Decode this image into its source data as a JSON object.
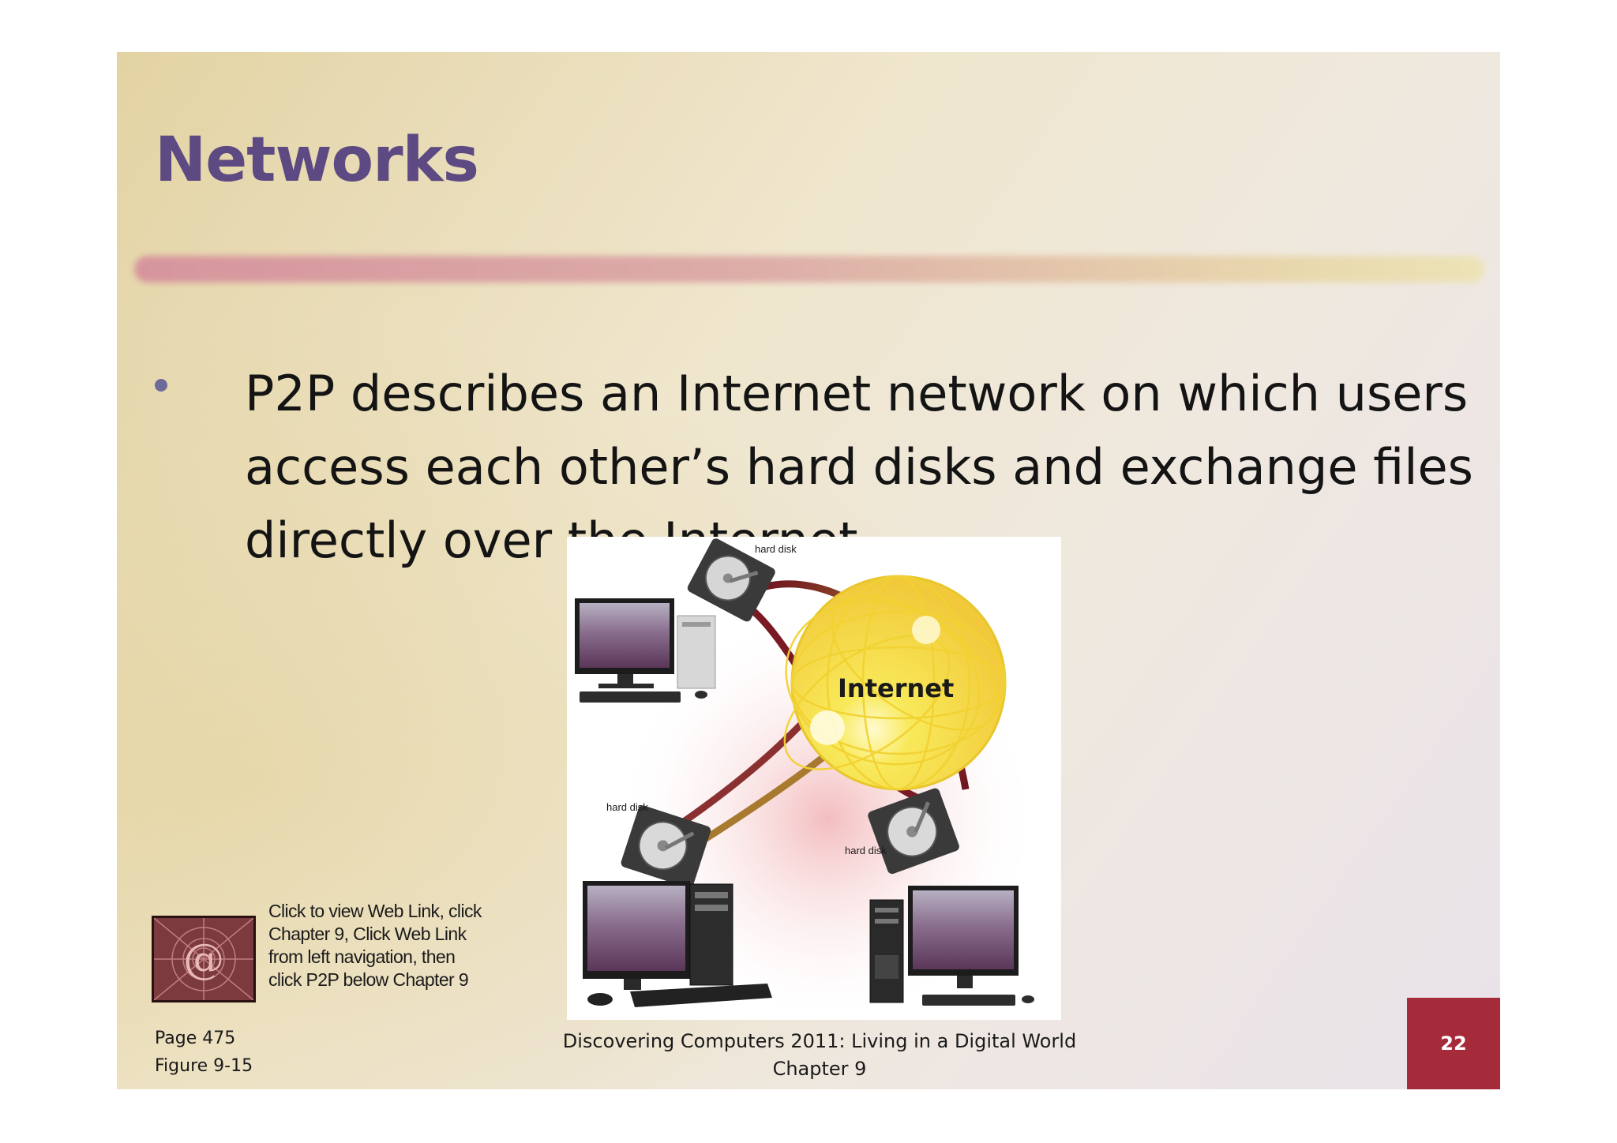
{
  "slide": {
    "title": "Networks",
    "bullet": "P2P describes an Internet network on which users access each other’s hard disks and exchange files directly over the Internet",
    "figure": {
      "internet_label": "Internet",
      "hard_disk_label_top": "hard disk",
      "hard_disk_label_left": "hard disk",
      "hard_disk_label_right": "hard disk"
    },
    "weblink": {
      "icon": "at-sign-icon",
      "text": "Click to view Web Link, click Chapter 9, Click Web Link from left navigation, then click P2P below Chapter 9"
    },
    "page_ref": "Page 475",
    "figure_ref": "Figure 9-15",
    "footer_line1": "Discovering Computers 2011: Living in a Digital World",
    "footer_line2": "Chapter 9",
    "page_number": "22"
  },
  "colors": {
    "title": "#5e4a82",
    "page_number_box": "#a62b3a",
    "internet_globe": "#f6df4a"
  }
}
